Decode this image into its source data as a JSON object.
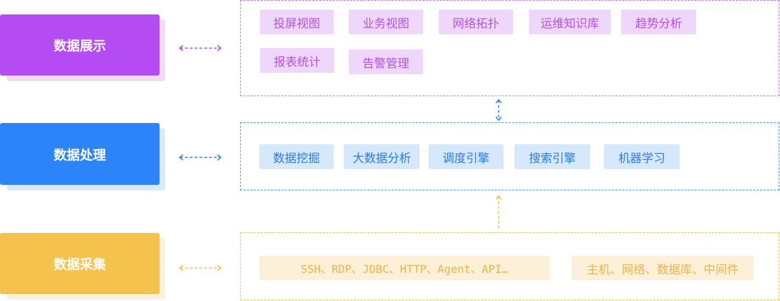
{
  "layers": [
    {
      "label": "数据展示",
      "color": "#b54bf2",
      "shadow": "#f3d9fb",
      "tags": [
        "投屏视图",
        "业务视图",
        "网络拓扑",
        "运维知识库",
        "趋势分析",
        "报表统计",
        "告警管理"
      ]
    },
    {
      "label": "数据处理",
      "color": "#2b84f8",
      "shadow": "#dbe9fd",
      "tags": [
        "数据挖掘",
        "大数据分析",
        "调度引擎",
        "搜索引擎",
        "机器学习"
      ]
    },
    {
      "label": "数据采集",
      "color": "#f5c24c",
      "shadow": "#fdf1d9",
      "tags": [
        "SSH、RDP、JDBC、HTTP、Agent、API…",
        "主机、网络、数据库、中间件"
      ]
    }
  ]
}
